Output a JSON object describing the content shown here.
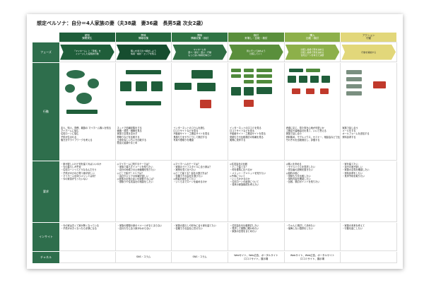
{
  "title": "想定ペルソナ：自分＝4人家族の妻（夫38歳　妻36歳　長男5歳 次女2歳）",
  "row_labels": {
    "phase": "フェーズ",
    "action": "行動",
    "requirements": "要求",
    "insight": "インサイト",
    "channel": "チャネル"
  },
  "stages": [
    {
      "name": "認知",
      "sub": "課題発生",
      "color": "#1f5e3a"
    },
    {
      "name": "興味",
      "sub": "情報収集",
      "color": "#26683f"
    },
    {
      "name": "興味",
      "sub": "情報収集・検討",
      "color": "#2f7444"
    },
    {
      "name": "検討",
      "sub": "来場し・比較・検討",
      "color": "#5a8f3c"
    },
    {
      "name": "購入",
      "sub": "比較・検討",
      "color": "#8db04a"
    },
    {
      "name": "アクション",
      "sub": "行動",
      "color": "#e2d77a"
    }
  ],
  "phases": [
    {
      "text": "「マイホーム」と「家族」を\nイメージした段階的行動",
      "color": "#1f5e3a"
    },
    {
      "text": "購入を考え比べ検討しよう\n情報・検討・エリアを知る",
      "color": "#164d2f"
    },
    {
      "text": "マイホームを\n選べ・探せ・選ぶ・行動\nもっと良い情報を得たい",
      "color": "#2f6e44"
    },
    {
      "text": "見に行って決めよう\n比較していく",
      "color": "#5a8f3c"
    },
    {
      "text": "比較し最終で家を決める\n比較し最終で家を決める\n住宅ローンを考えて決断",
      "color": "#8db04a"
    },
    {
      "text": "行動を開始する",
      "color": "#e2d77a"
    }
  ],
  "actions": [
    [
      "友人、知人、同僚、親族の\nマイホーム購入を知る",
      "マイホームに悩む",
      "住宅ローンに悩む",
      "子供が生まれる",
      "働き方やライフワークを考える"
    ],
    [
      "ネットで情報収集をする",
      "価格・環境・価格を見る",
      "家族で意見を交わす",
      "間取りなどを比較する",
      "土地を探しいろいろ比較する",
      "間違え結論やまとめ"
    ],
    [
      "インターネットのコラムを読む",
      "口コミサイトなどを見る",
      "不動産サイト・工務店サイトを見る",
      "見積もりをやりとりして検討する",
      "写真や間取りを確認"
    ],
    [
      "インターネットの口コミを見る",
      "口コミサイトなどを見る",
      "不動産サイト・工務店サイトを見る",
      "見積もりや比較検討の情報を見る",
      "実際に見学する"
    ],
    [
      "考慮に応じ、見た事を心地が可愛いか",
      "工務店や建築会社を見て、いいと思える",
      "家族で話し合う",
      "資料集め、モデルハウス、セミナー、相談会などで比べる",
      "それぞれを比較検討し、評価する"
    ],
    [
      "家族で話し合う",
      "メールをする",
      "オールフォームを送信する",
      "資料請求する"
    ]
  ],
  "requirements": [
    "・家が欲しいけど何を建てればいいのか\n・今の暮らしが不安\n・住宅ローンってどうなるんだろう\n・子供がのびのび育つ家が欲しい\n・マイホームを持つメリットは何？\n・今の家賃がもったいない",
    "◎マイホームに関するテーマは？\n・家族で暮らすイメージを知りたい\n・自分の地域での土地価格を知りたい\n◎どこで探す？エリアは？\n・会社やエリアの情報が欲しい\n◎家族の意見の違いを調整するには？\n・間取りや住宅会社の相談をしたい",
    "◎マイホームのテーマは？\n・家族のライフスタイルに合う家は？\n・実例を見て比べたい\n◎どこで建てる？会社の選び方は？\n・信頼できる会社を選びたい\n◎資金計画を立てたい\n・いくらまでローンを組めるのか",
    "◎住宅会社の比較\n・どこで建てる？\n・何を基準に比べるか\n・メリット・デメリットを知りたい\n◎予算について\n・いくらかかるのか\n・住宅ローンの返済について\n・将来の家族構成を考えたい",
    "◎購入を決める\n・モデルハウスを見学したい\n・担当者の説明を聞きたい\n◎契約の前に\n・見積もりを比較したい\n・契約内容を確認したい\n・比較、検討ポイントを知りたい",
    "・家を建てたい\n・自分の家が欲しい\n・家族の意見を確認したい\n・資料請求をしたい\n・見学予約を取りたい"
  ],
  "insights": [
    "・今の家は古くて家が狭くなっている\n・子供が大きくなったら手狭になる",
    "・家族の理想の家のイメージがまとまらない\n・自分たちに合う家がわからない",
    "・家族の暮らしや好みに合う家を建てたい\n・信頼できる会社に任せたい",
    "・住宅会社を比較検討したい\n・見学して実際に確かめたい\n・家族の意見をまとめたい",
    "・ちゃんと検討して決めたい\n・後悔しない選択をしたい",
    "・家族の未来を考えて\n・行動を起こしたい"
  ],
  "channels": [
    "",
    "SNS・コラム",
    "SNS・コラム",
    "Webサイト、Web広告、ポータルサイト\n口コミサイト、展示場",
    "Webサイト、Web広告、ポータルサイト\n口コミサイト、展示場",
    ""
  ]
}
